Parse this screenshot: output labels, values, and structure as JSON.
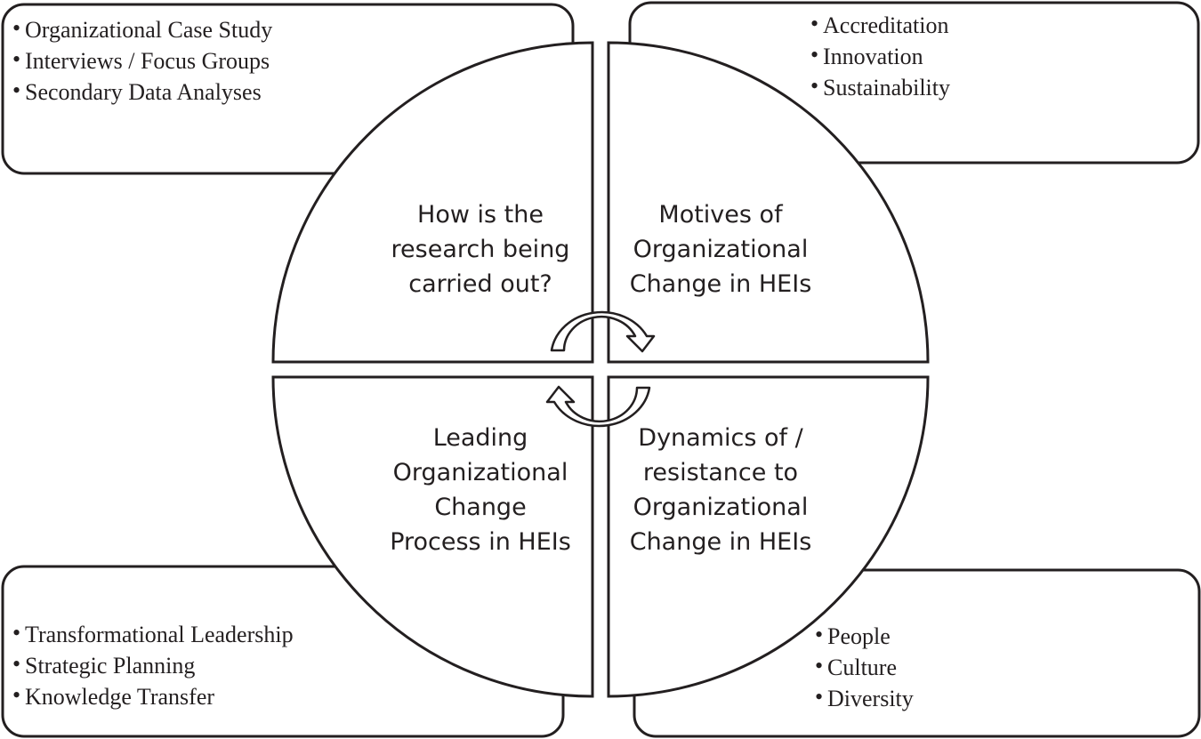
{
  "colors": {
    "stroke": "#231f20",
    "fill": "#ffffff",
    "text": "#231f20"
  },
  "corner_boxes": {
    "top_left": [
      "Organizational Case Study",
      "Interviews / Focus Groups",
      "Secondary Data Analyses"
    ],
    "top_right": [
      "Accreditation",
      "Innovation",
      "Sustainability"
    ],
    "bottom_left": [
      "Transformational Leadership",
      "Strategic Planning",
      "Knowledge Transfer"
    ],
    "bottom_right": [
      "People",
      "Culture",
      "Diversity"
    ]
  },
  "bullet_char": "•",
  "quadrants": {
    "top_left": [
      "How is the",
      "research being",
      "carried out?"
    ],
    "top_right": [
      "Motives of",
      "Organizational",
      "Change in HEIs"
    ],
    "bottom_left": [
      "Leading",
      "Organizational",
      "Change",
      "Process in HEIs"
    ],
    "bottom_right": [
      "Dynamics of  /",
      "resistance to",
      "Organizational",
      "Change in HEIs"
    ]
  },
  "cycle_arrows": {
    "top": "clockwise-arrow-icon",
    "bottom": "clockwise-arrow-icon"
  }
}
